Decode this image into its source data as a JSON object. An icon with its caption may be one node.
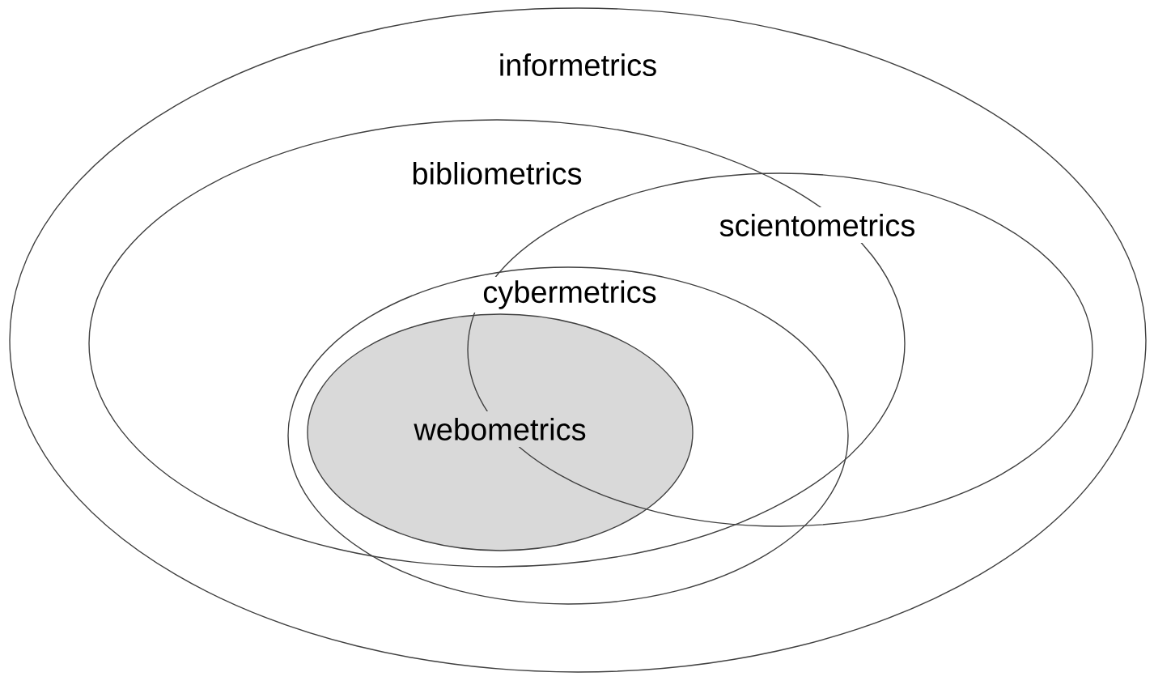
{
  "diagram": {
    "nodes": [
      {
        "text": [
          "informetrics"
        ]
      },
      {
        "text": [
          "bibliometrics"
        ],
        "in": 0
      },
      {
        "text": [
          "scientometrics"
        ],
        "in": 0
      },
      {
        "text": [
          "cybermetrics"
        ],
        "in": 0
      },
      {
        "text": [
          "webometrics"
        ],
        "in": 3
      }
    ],
    "edges": []
  }
}
